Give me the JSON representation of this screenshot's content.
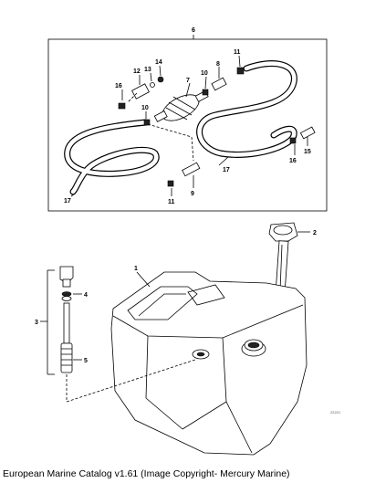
{
  "caption": "European Marine Catalog v1.61 (Image Copyright- Mercury Marine)",
  "stamp": "22221",
  "callouts": {
    "c1": "1",
    "c2": "2",
    "c3": "3",
    "c4": "4",
    "c5": "5",
    "c6": "6",
    "c7": "7",
    "c8": "8",
    "c9": "9",
    "c10a": "10",
    "c10b": "10",
    "c11a": "11",
    "c11b": "11",
    "c12": "12",
    "c13": "13",
    "c14": "14",
    "c15": "15",
    "c16a": "16",
    "c16b": "16",
    "c17a": "17",
    "c17b": "17"
  }
}
